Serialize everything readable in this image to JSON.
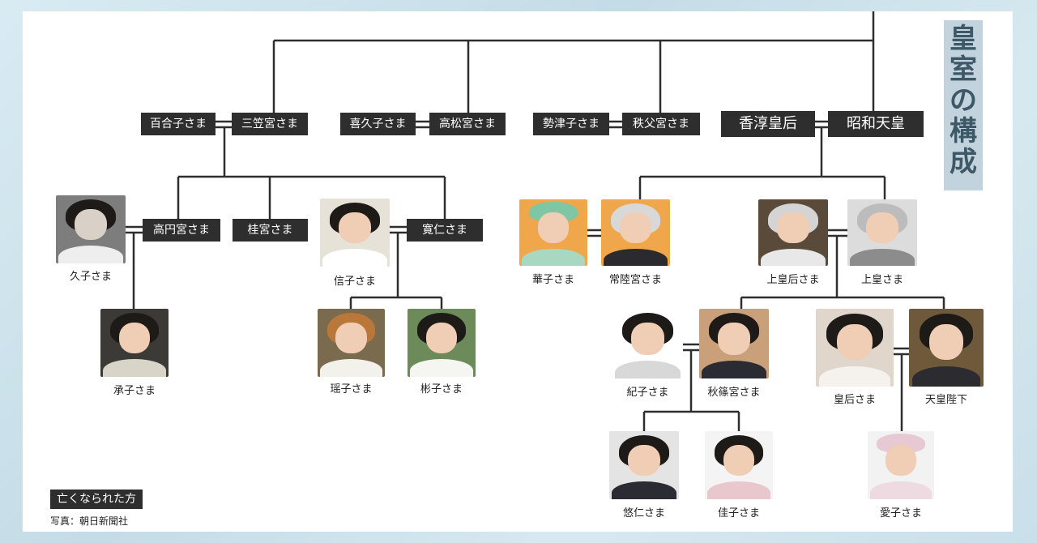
{
  "title": "皇室の構成",
  "legend_label": "亡くなられた方",
  "photo_credit": "写真：朝日新聞社",
  "colors": {
    "box_bg": "#2e2e2e",
    "box_text": "#ffffff",
    "line": "#2e2e2e",
    "title_bg": "#c3d3dd",
    "title_text": "#3d5866"
  },
  "boxes": {
    "yuriko": "百合子さま",
    "mikasa": "三笠宮さま",
    "kikuko": "喜久子さま",
    "takamatsu": "高松宮さま",
    "setsuko": "勢津子さま",
    "chichibu": "秩父宮さま",
    "kojun": "香淳皇后",
    "showa": "昭和天皇",
    "takamado": "高円宮さま",
    "katsura": "桂宮さま",
    "tomohito": "寛仁さま"
  },
  "people": {
    "hisako": "久子さま",
    "tsuguko": "承子さま",
    "nobuko": "信子さま",
    "akiko": "瑶子さま",
    "yoko": "彬子さま",
    "hanako": "華子さま",
    "hitachi": "常陸宮さま",
    "joko": "上皇后さま",
    "joko_emperor": "上皇さま",
    "kiko": "紀子さま",
    "akishino": "秋篠宮さま",
    "kogo": "皇后さま",
    "tenno": "天皇陛下",
    "hisahito": "悠仁さま",
    "kako": "佳子さま",
    "aiko": "愛子さま"
  }
}
